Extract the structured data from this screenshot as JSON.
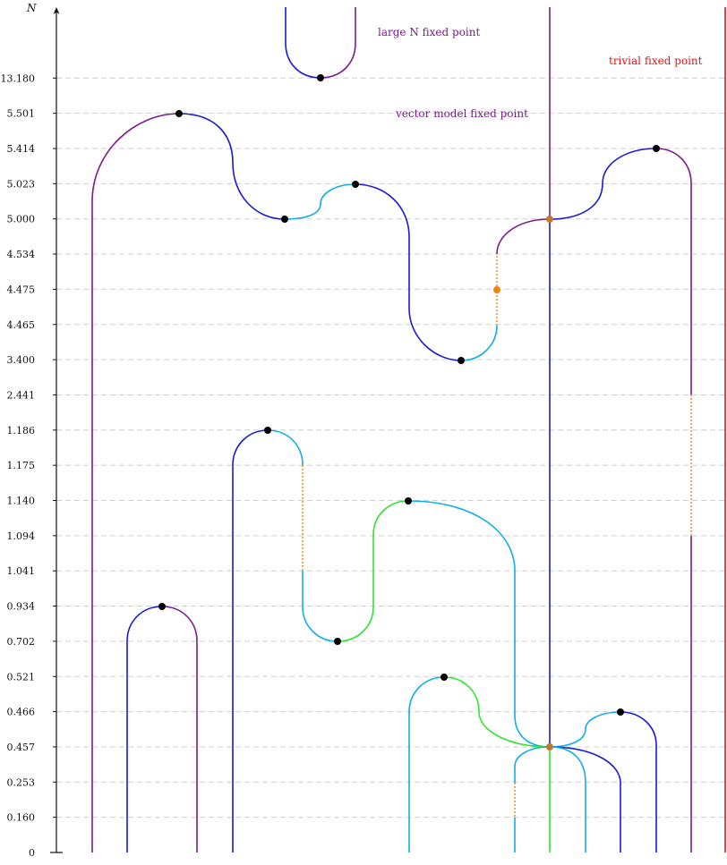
{
  "axis": {
    "y_title": "N",
    "ticks": [
      "0",
      "0.160",
      "0.253",
      "0.457",
      "0.466",
      "0.521",
      "0.702",
      "0.934",
      "1.041",
      "1.094",
      "1.140",
      "1.175",
      "1.186",
      "2.441",
      "3.400",
      "4.465",
      "4.475",
      "4.534",
      "5.000",
      "5.023",
      "5.414",
      "5.501",
      "13.180"
    ]
  },
  "annotations": {
    "large_n": "large N fixed point",
    "vector_model": "vector model fixed point",
    "trivial": "trivial fixed point"
  },
  "colors": {
    "purple": "#7b1a8c",
    "blue": "#1a1ad6",
    "cyan": "#12aee6",
    "green": "#2ee62e",
    "orange": "#f5840f",
    "red": "#ee1111",
    "node": "#000000",
    "merge_node": "#c07830"
  }
}
